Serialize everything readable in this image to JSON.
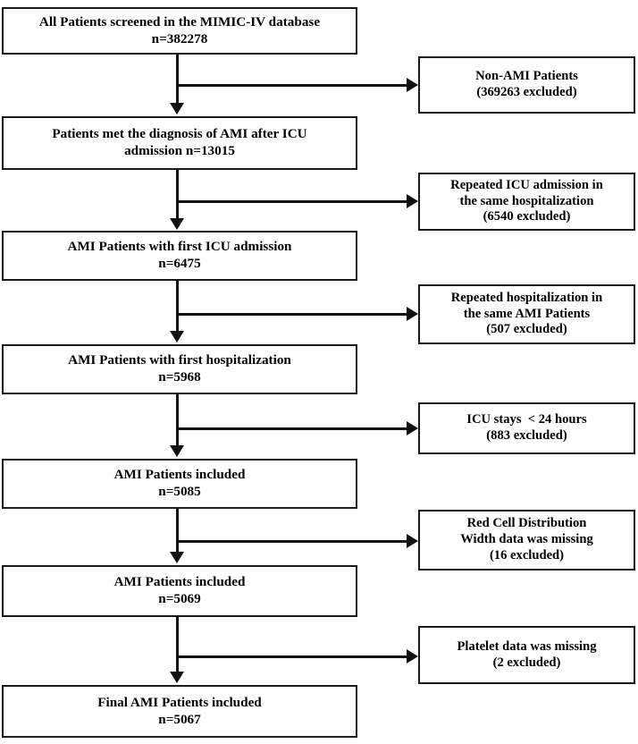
{
  "figure": {
    "type": "flowchart",
    "description": "Patient selection flow diagram (CONSORT-style) for AMI patients in MIMIC-IV",
    "colors": {
      "line": "#111111",
      "box_border": "#1a1a1a",
      "background": "#ffffff",
      "text": "#000000"
    }
  },
  "main_boxes": [
    {
      "id": "m1",
      "lines": [
        "All Patients screened in the MIMIC-IV database",
        "n=382278"
      ],
      "n": 382278
    },
    {
      "id": "m2",
      "lines": [
        "Patients met the diagnosis of AMI after ICU",
        "admission n=13015"
      ],
      "n": 13015
    },
    {
      "id": "m3",
      "lines": [
        "AMI Patients with first ICU admission",
        "n=6475"
      ],
      "n": 6475
    },
    {
      "id": "m4",
      "lines": [
        "AMI Patients with first hospitalization",
        "n=5968"
      ],
      "n": 5968
    },
    {
      "id": "m5",
      "lines": [
        "AMI Patients included",
        "n=5085"
      ],
      "n": 5085
    },
    {
      "id": "m6",
      "lines": [
        "AMI Patients included",
        "n=5069"
      ],
      "n": 5069
    },
    {
      "id": "m7",
      "lines": [
        "Final AMI Patients included",
        "n=5067"
      ],
      "n": 5067
    }
  ],
  "exclusion_boxes": [
    {
      "id": "e1",
      "lines": [
        "Non-AMI Patients",
        "(369263 excluded)"
      ],
      "excluded": 369263
    },
    {
      "id": "e2",
      "lines": [
        "Repeated ICU admission in",
        "the same hospitalization",
        "(6540 excluded)"
      ],
      "excluded": 6540
    },
    {
      "id": "e3",
      "lines": [
        "Repeated hospitalization in",
        "the same AMI Patients",
        "(507 excluded)"
      ],
      "excluded": 507
    },
    {
      "id": "e4",
      "lines": [
        "ICU stays  < 24 hours",
        "(883 excluded)"
      ],
      "excluded": 883
    },
    {
      "id": "e5",
      "lines": [
        "Red Cell Distribution",
        "Width data was missing",
        "(16 excluded)"
      ],
      "excluded": 16
    },
    {
      "id": "e6",
      "lines": [
        "Platelet data was missing",
        "(2 excluded)"
      ],
      "excluded": 2
    }
  ]
}
